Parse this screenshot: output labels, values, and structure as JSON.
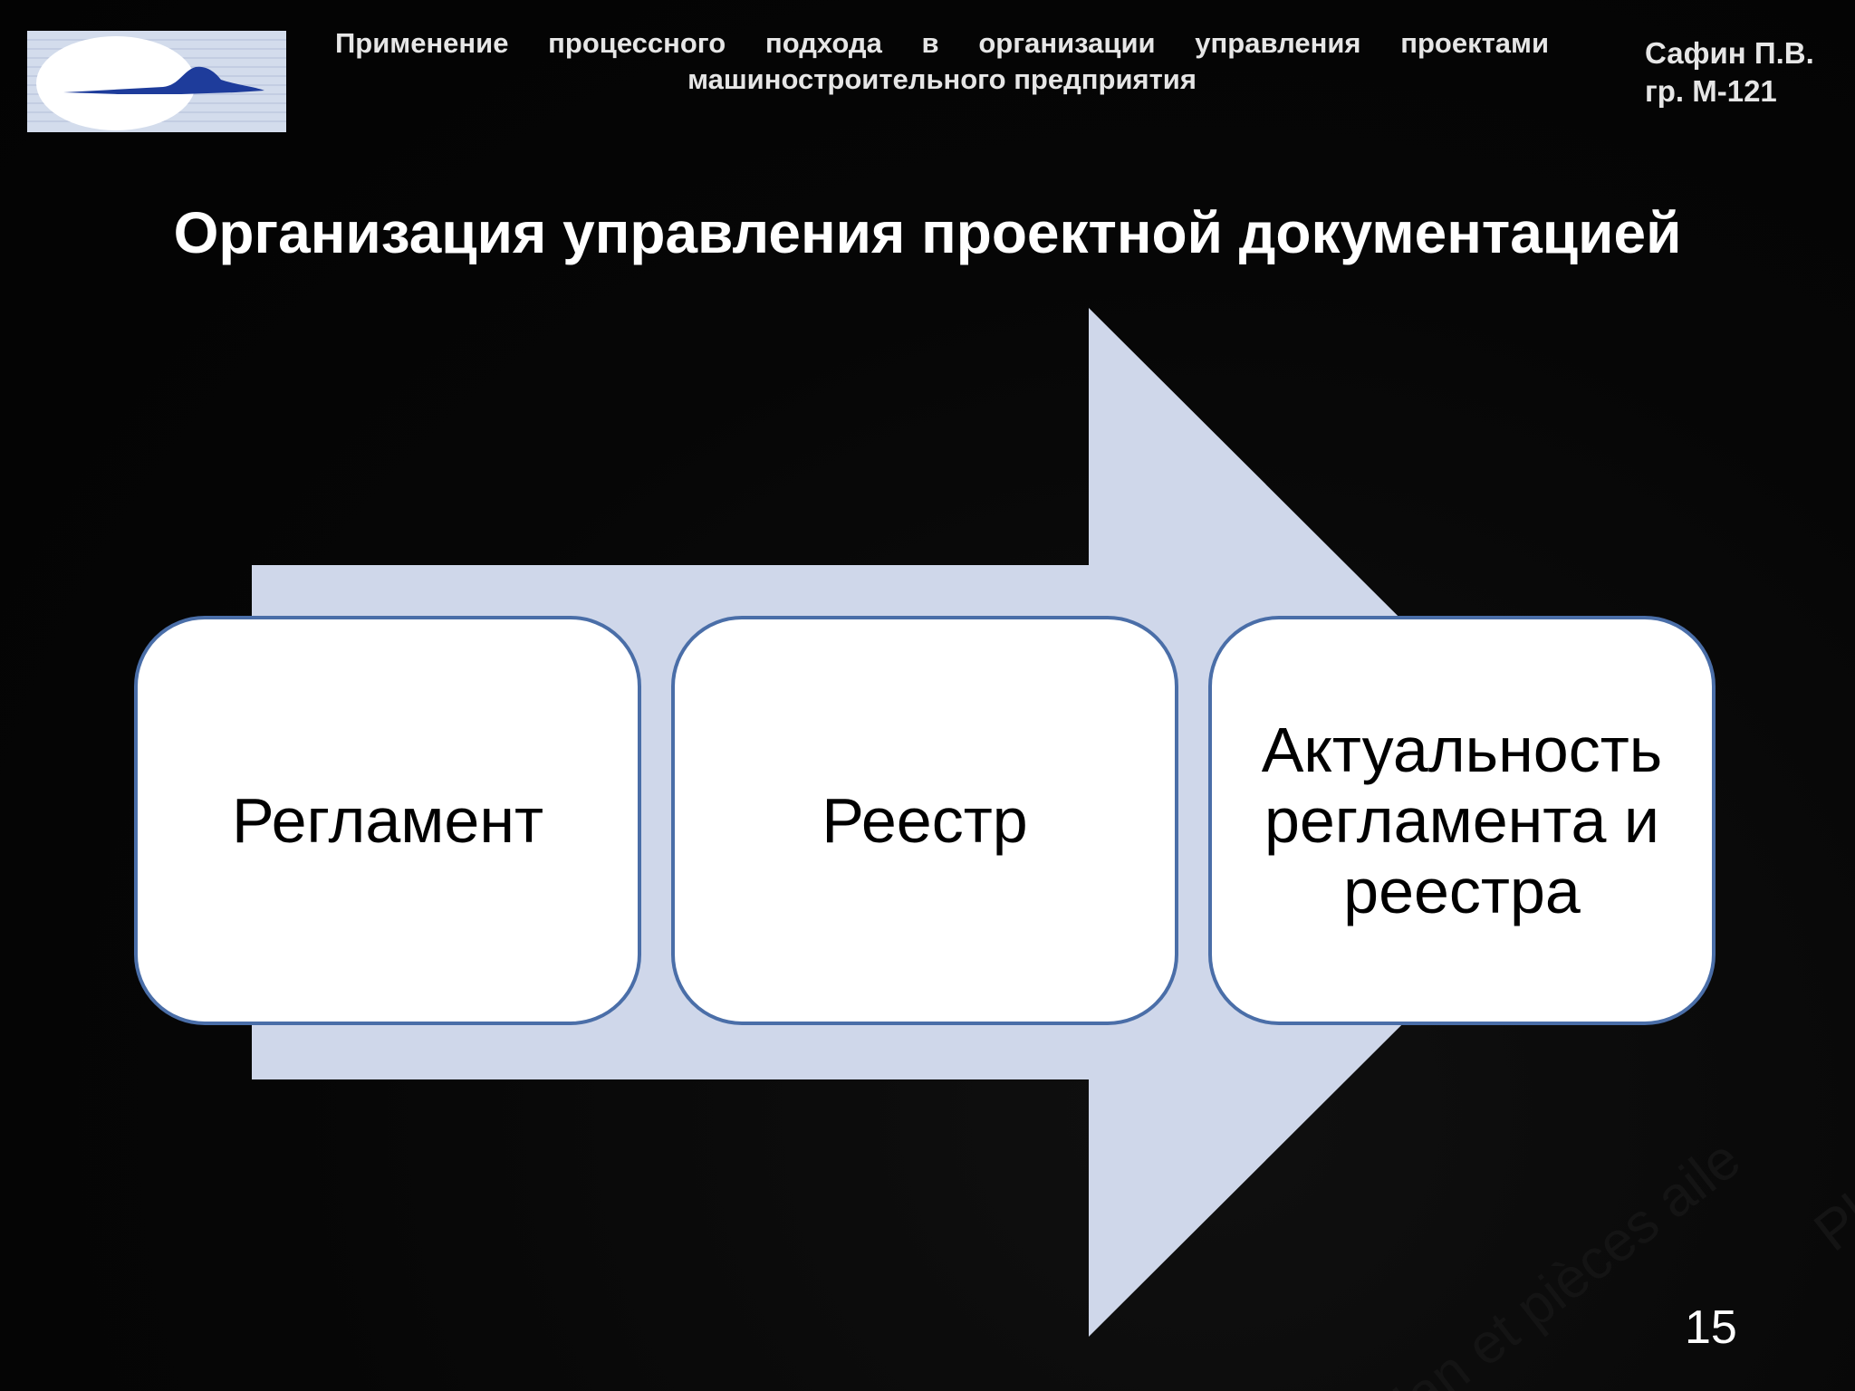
{
  "header": {
    "title_line1": "Применение процессного подхода в организации управления проектами",
    "title_line2": "машиностроительного предприятия",
    "author_name": "Сафин П.В.",
    "author_group": "гр. М-121"
  },
  "slide": {
    "title": "Организация управления проектной документацией",
    "page_number": "15"
  },
  "diagram": {
    "steps": [
      {
        "label": "Регламент"
      },
      {
        "label": "Реестр"
      },
      {
        "label": "Актуальность регламента и реестра"
      }
    ]
  },
  "watermark": {
    "text_1": "plan et pièces aile",
    "text_2": "Pla"
  },
  "colors": {
    "background": "#050505",
    "arrow_fill": "#cfd7ea",
    "box_border": "#4a6ea8",
    "box_fill": "#ffffff",
    "logo_bg": "#d3dcec",
    "logo_bird": "#1e3c9b"
  },
  "icons": {
    "logo": "company-logo-bird-oval"
  }
}
